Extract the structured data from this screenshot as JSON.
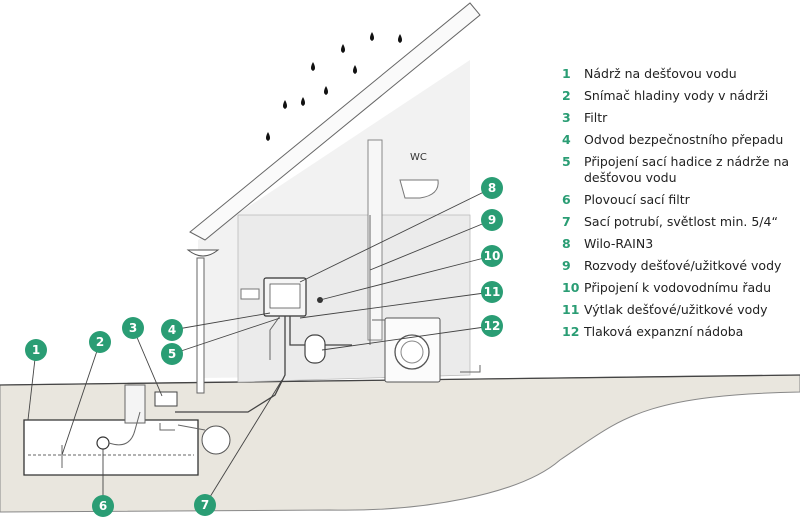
{
  "room_label": "WC",
  "legend": [
    {
      "num": "1",
      "text": "Nádrž na dešťovou vodu"
    },
    {
      "num": "2",
      "text": "Snímač hladiny vody v nádrži"
    },
    {
      "num": "3",
      "text": "Filtr"
    },
    {
      "num": "4",
      "text": "Odvod bezpečnostního přepadu"
    },
    {
      "num": "5",
      "text": "Připojení sací hadice z nádrže na dešťovou vodu"
    },
    {
      "num": "6",
      "text": "Plovoucí sací filtr"
    },
    {
      "num": "7",
      "text": "Sací potrubí, světlost min. 5/4“"
    },
    {
      "num": "8",
      "text": "Wilo-RAIN3"
    },
    {
      "num": "9",
      "text": "Rozvody dešťové/užitkové vody"
    },
    {
      "num": "10",
      "text": "Připojení k vodovodnímu řadu"
    },
    {
      "num": "11",
      "text": "Výtlak dešťové/užitkové vody"
    },
    {
      "num": "12",
      "text": "Tlaková expanzní nádoba"
    }
  ],
  "colors": {
    "accent": "#2a9d74",
    "ground": "#e9e6de",
    "wall": "#f2f2f2",
    "line": "#444444"
  }
}
